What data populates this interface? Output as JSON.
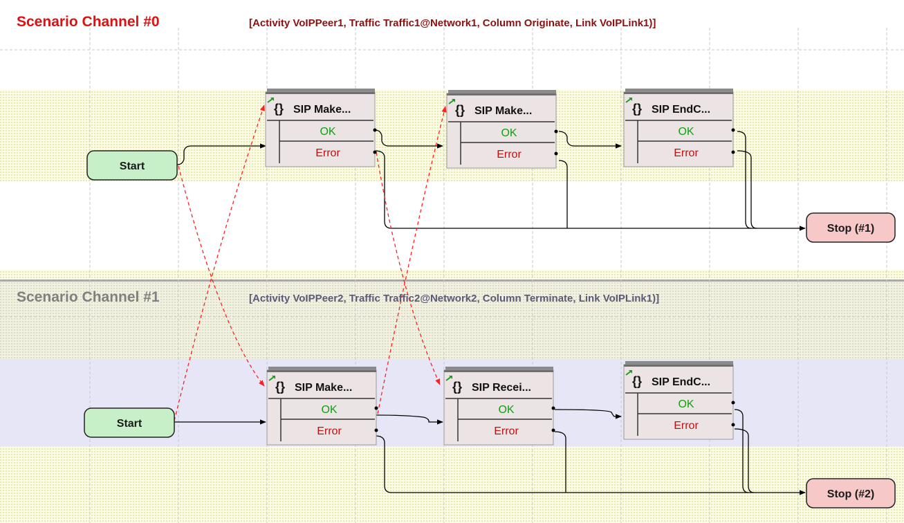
{
  "channels": [
    {
      "title": "Scenario Channel #0",
      "info": "[Activity VoIPPeer1, Traffic Traffic1@Network1, Column Originate, Link VoIPLink1)]",
      "title_color": "#e01010",
      "info_color": "#8b1010",
      "start_label": "Start",
      "stop_label": "Stop (#1)",
      "blocks": [
        {
          "icon": "{}",
          "title": "SIP Make...",
          "ok": "OK",
          "error": "Error"
        },
        {
          "icon": "{}",
          "title": "SIP Make...",
          "ok": "OK",
          "error": "Error"
        },
        {
          "icon": "{}",
          "title": "SIP EndC...",
          "ok": "OK",
          "error": "Error"
        }
      ]
    },
    {
      "title": "Scenario Channel #1",
      "info": "[Activity VoIPPeer2, Traffic Traffic2@Network2, Column Terminate, Link VoIPLink1)]",
      "title_color": "#808080",
      "info_color": "#5a5a78",
      "start_label": "Start",
      "stop_label": "Stop (#2)",
      "blocks": [
        {
          "icon": "{}",
          "title": "SIP Make...",
          "ok": "OK",
          "error": "Error"
        },
        {
          "icon": "{}",
          "title": "SIP Recei...",
          "ok": "OK",
          "error": "Error"
        },
        {
          "icon": "{}",
          "title": "SIP EndC...",
          "ok": "OK",
          "error": "Error"
        }
      ]
    }
  ],
  "colors": {
    "ok_text": "#10a010",
    "error_text": "#c01010",
    "start_fill": "#c8f0c8",
    "stop_fill": "#f6c8c8",
    "block_fill": "#ece4e4",
    "cross_link": "#ff2020",
    "connector": "#000000",
    "lane_yellow": "#f6f6d6",
    "lane_lavender": "#e6e6f6",
    "lane_gray": "#eceee0"
  }
}
